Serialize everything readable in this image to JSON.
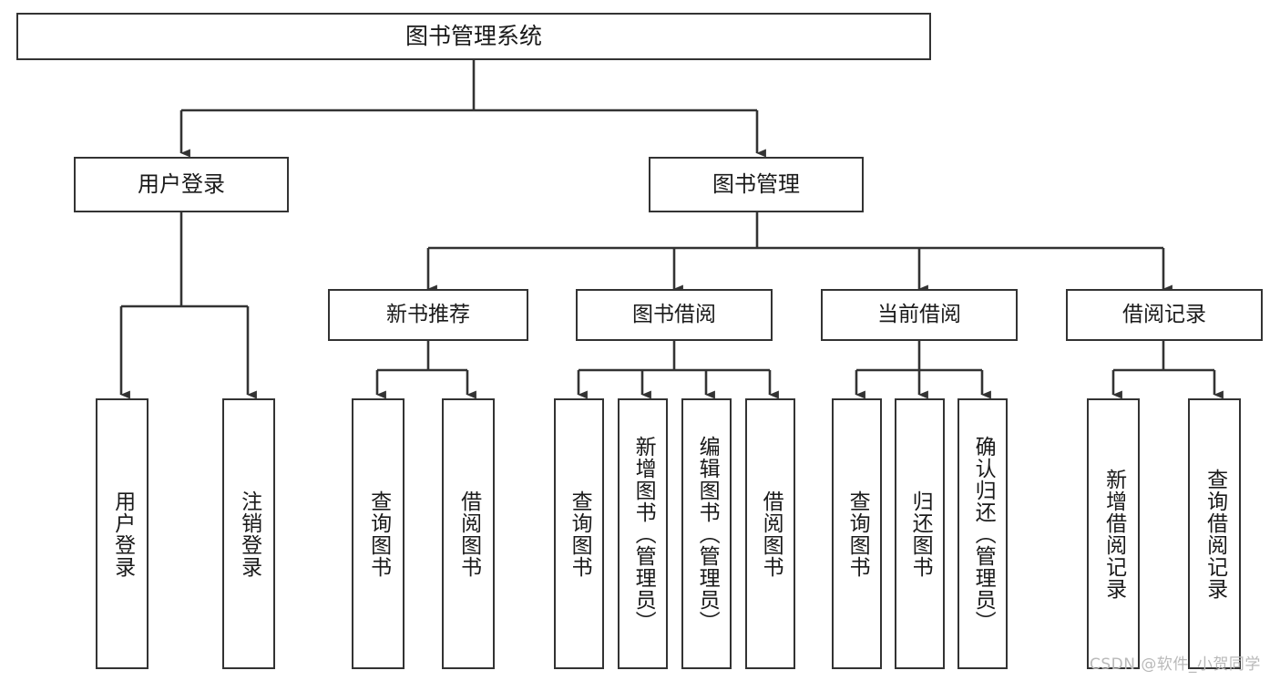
{
  "diagram": {
    "title": "图书管理系统",
    "type": "tree",
    "style": {
      "box_stroke": "#333333",
      "box_fill": "#ffffff",
      "connector": "#333333",
      "background": "#ffffff",
      "text": "#1a1a1a"
    },
    "nodes": {
      "root": {
        "label": "图书管理系统"
      },
      "l1": [
        {
          "label": "用户登录"
        },
        {
          "label": "图书管理"
        }
      ],
      "l2": [
        {
          "label": "新书推荐"
        },
        {
          "label": "图书借阅"
        },
        {
          "label": "当前借阅"
        },
        {
          "label": "借阅记录"
        }
      ],
      "leaves": [
        {
          "label": "用户登录",
          "parent": "用户登录"
        },
        {
          "label": "注销登录",
          "parent": "用户登录"
        },
        {
          "label": "查询图书",
          "parent": "新书推荐"
        },
        {
          "label": "借阅图书",
          "parent": "新书推荐"
        },
        {
          "label": "查询图书",
          "parent": "图书借阅"
        },
        {
          "label": "新增图书（管理员）",
          "parent": "图书借阅"
        },
        {
          "label": "编辑图书（管理员）",
          "parent": "图书借阅"
        },
        {
          "label": "借阅图书",
          "parent": "图书借阅"
        },
        {
          "label": "查询图书",
          "parent": "当前借阅"
        },
        {
          "label": "归还图书",
          "parent": "当前借阅"
        },
        {
          "label": "确认归还（管理员）",
          "parent": "当前借阅"
        },
        {
          "label": "新增借阅记录",
          "parent": "借阅记录"
        },
        {
          "label": "查询借阅记录",
          "parent": "借阅记录"
        }
      ]
    }
  },
  "watermark": {
    "text": "CSDN @软件_小贺同学"
  }
}
